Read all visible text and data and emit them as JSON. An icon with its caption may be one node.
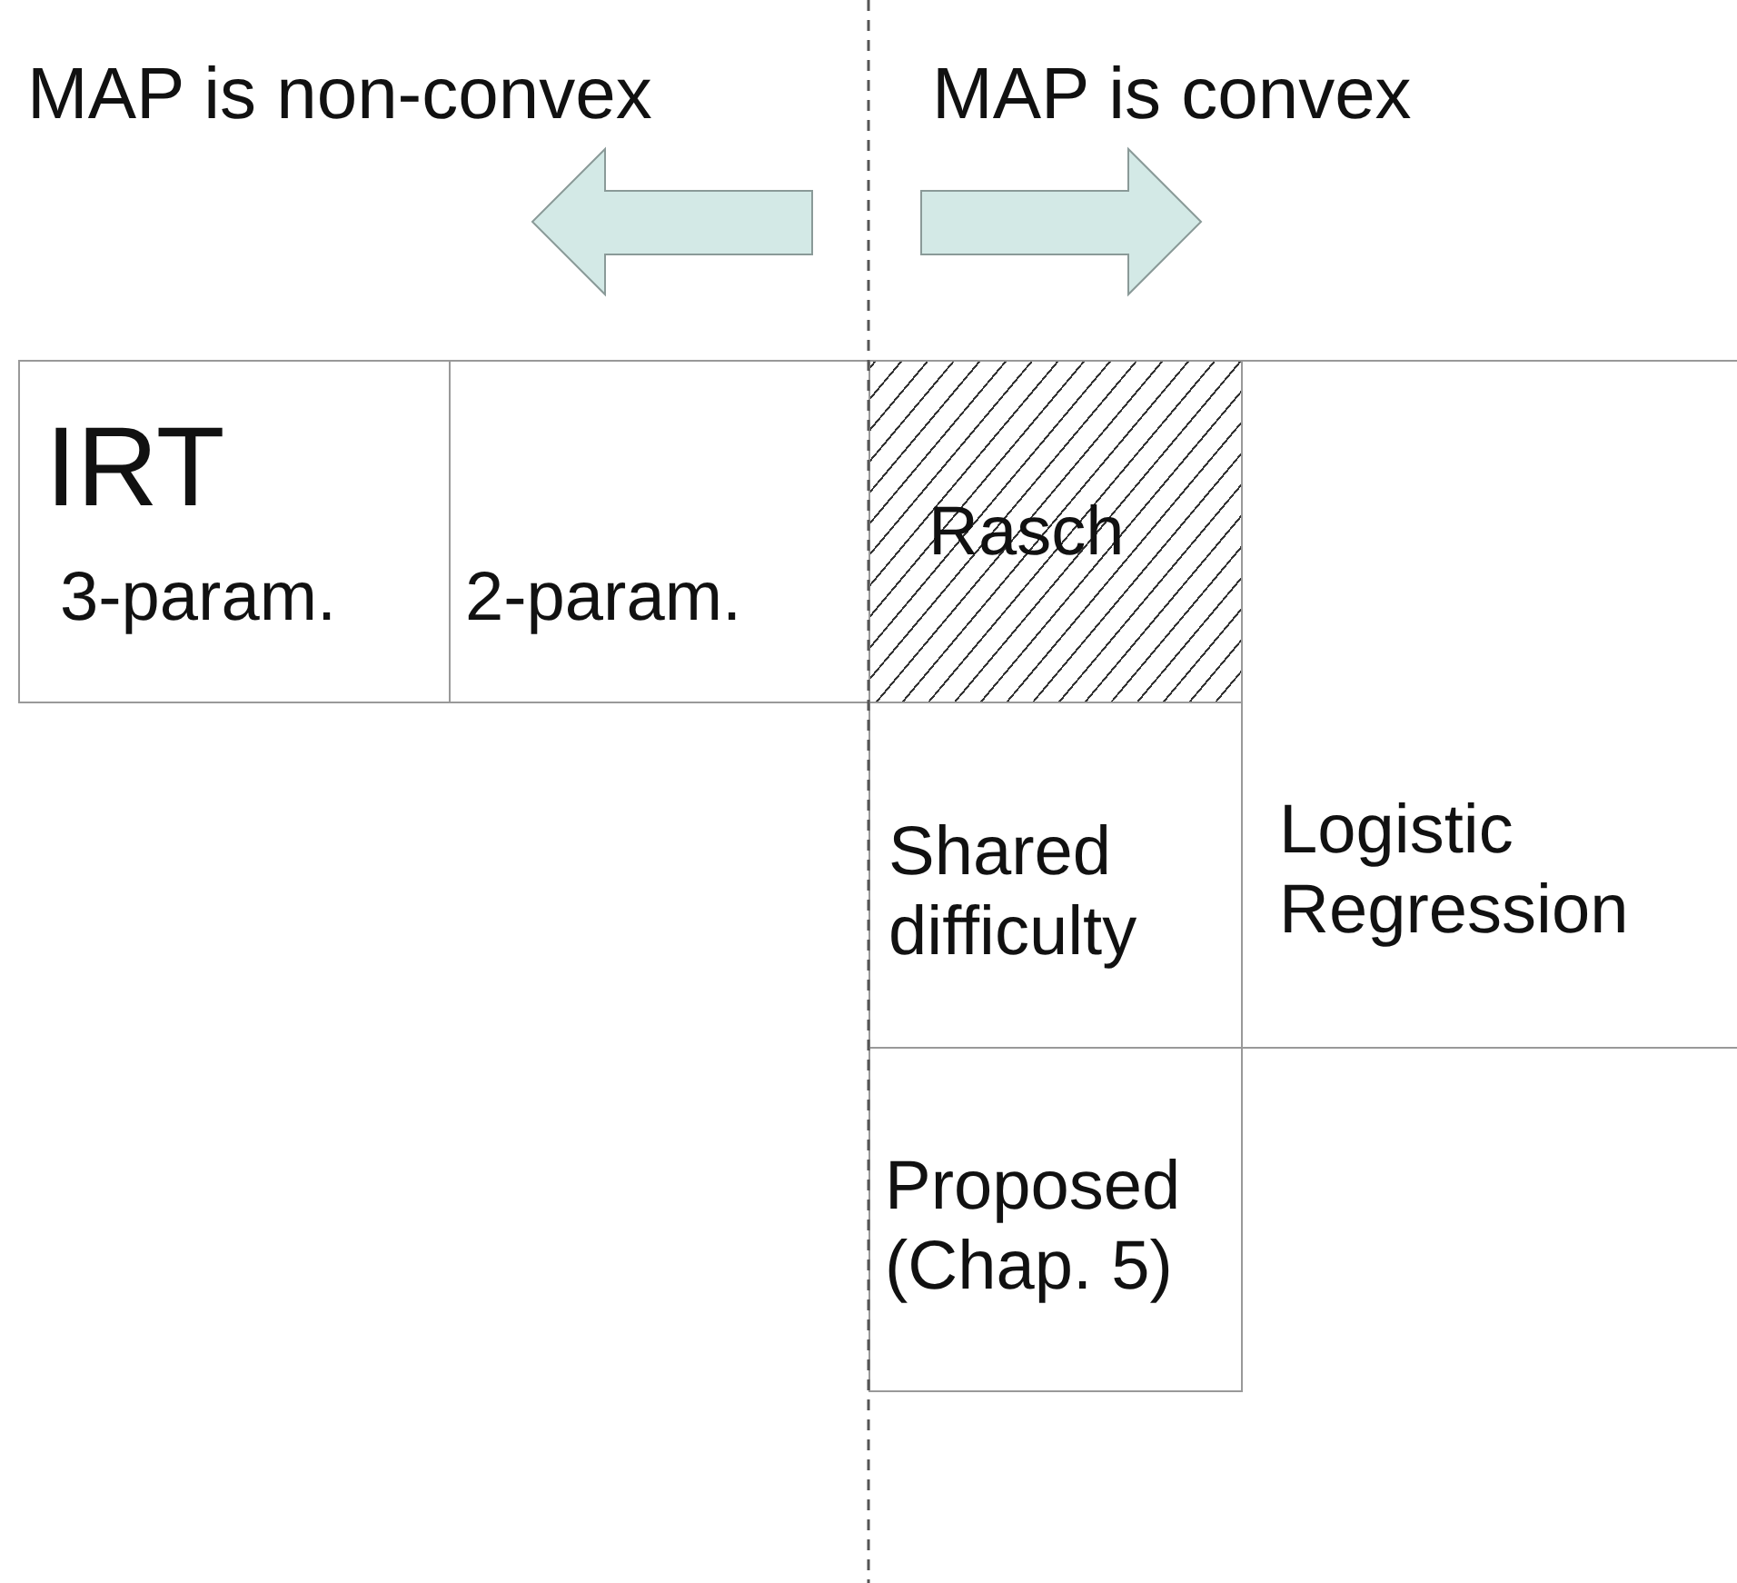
{
  "diagram": {
    "nodes": [
      {
        "text": [
          "IRT",
          "3-param."
        ]
      },
      {
        "text": [
          "2-param."
        ]
      },
      {
        "text": [
          "Rasch"
        ]
      },
      {
        "text": [
          "Logistic Regression"
        ]
      },
      {
        "text": [
          "Shared difficulty"
        ]
      },
      {
        "text": [
          "Proposed (Chap. 5)"
        ]
      }
    ],
    "labels": [
      "MAP is non-convex",
      "MAP is convex"
    ]
  }
}
